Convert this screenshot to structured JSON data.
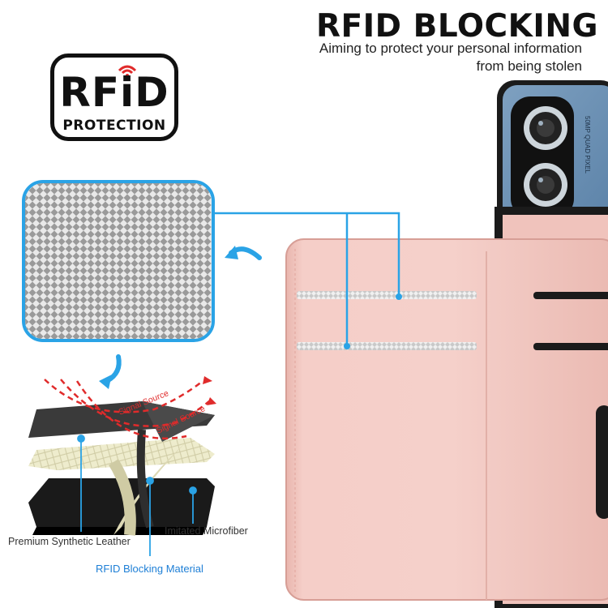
{
  "header": {
    "title": "RFID BLOCKING",
    "subtitle_line1": "Aiming to protect your personal information",
    "subtitle_line2": "from being stolen"
  },
  "badge": {
    "main": "RFiD",
    "sub": "PROTECTION"
  },
  "diagram": {
    "signal_label_1": "Signal Source",
    "signal_label_2": "Signal Source",
    "label_leather": "Premium Synthetic Leather",
    "label_microfiber": "Imitated Microfiber",
    "label_rfid": "RFID Blocking Material"
  },
  "phone": {
    "camera_text": "50MP QUAD PIXEL"
  },
  "colors": {
    "accent_blue": "#2aa3e6",
    "wave_red": "#e02b2b",
    "case_pink": "#f2c6c0",
    "phone_blue": "#6e93b5"
  },
  "icons": [
    "wifi-icon",
    "curved-arrow-icon",
    "down-arrow-icon"
  ]
}
